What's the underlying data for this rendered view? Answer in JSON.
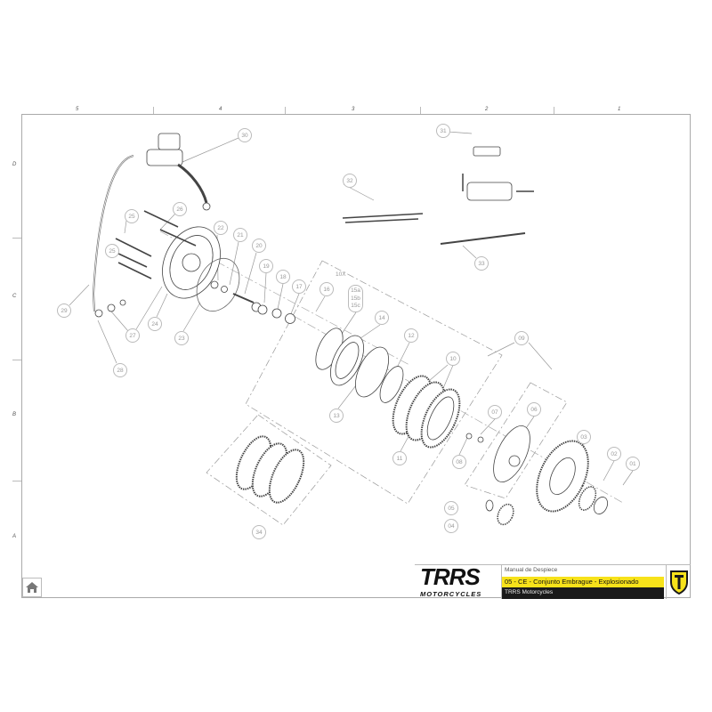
{
  "rulers": {
    "columns": [
      "5",
      "4",
      "3",
      "2",
      "1"
    ],
    "rows": [
      "D",
      "C",
      "B",
      "A"
    ]
  },
  "diagram": {
    "callouts": [
      "30",
      "31",
      "32",
      "33",
      "26",
      "25",
      "25",
      "22",
      "21",
      "20",
      "19",
      "18",
      "17",
      "16",
      "14",
      "12",
      "13",
      "10",
      "11",
      "09",
      "07",
      "06",
      "08",
      "03",
      "02",
      "01",
      "05",
      "04",
      "34",
      "29",
      "27",
      "28",
      "24",
      "23"
    ],
    "quantity_note": "10X",
    "sub_callout": [
      "15a",
      "15b",
      "15c"
    ]
  },
  "title_block": {
    "brand": "TRRS",
    "brand_sub": "MOTORCYCLES",
    "doc_type": "Manual de Despiece",
    "title": "05 - CE - Conjunto Embrague - Explosionado",
    "company": "TRRS Motorcycles",
    "colors": {
      "accent": "#f7e21a",
      "dark": "#1a1a1a"
    }
  },
  "nav": {
    "home_icon": "home-icon"
  }
}
